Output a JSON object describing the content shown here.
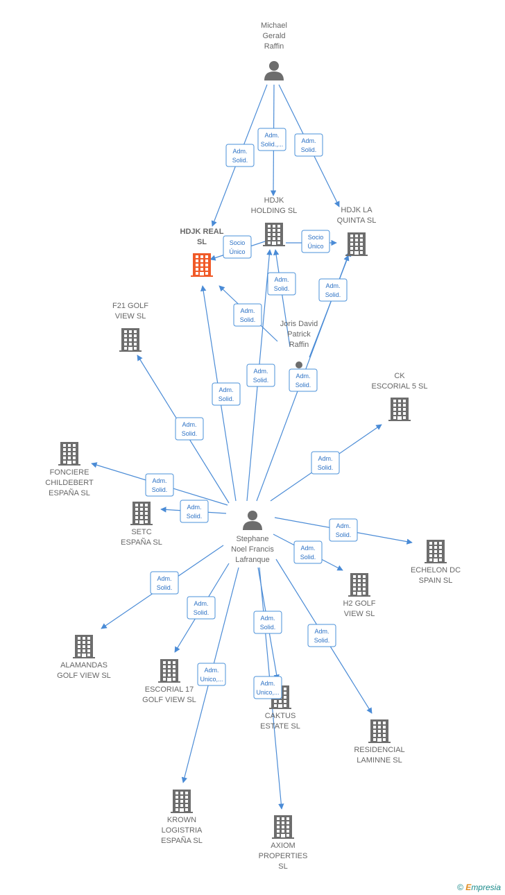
{
  "colors": {
    "edge": "#4a8bd6",
    "edge_label": "#2c71c4",
    "node_gray": "#6d6d6d",
    "node_highlight": "#f05a28",
    "label": "#666666"
  },
  "nodes": [
    {
      "id": "michael",
      "type": "person",
      "icon": "person-icon",
      "lines": [
        "Michael",
        "Gerald",
        "Raffin"
      ]
    },
    {
      "id": "hdjk_holding",
      "type": "company",
      "icon": "building-icon",
      "lines": [
        "HDJK",
        "HOLDING  SL"
      ]
    },
    {
      "id": "hdjk_quinta",
      "type": "company",
      "icon": "building-icon",
      "lines": [
        "HDJK LA",
        "QUINTA  SL"
      ]
    },
    {
      "id": "hdjk_real",
      "type": "company",
      "icon": "building-icon",
      "highlight": true,
      "lines": [
        "HDJK REAL",
        "SL"
      ]
    },
    {
      "id": "f21",
      "type": "company",
      "icon": "building-icon",
      "lines": [
        "F21 GOLF",
        "VIEW  SL"
      ]
    },
    {
      "id": "joris",
      "type": "person",
      "icon": "person-icon",
      "lines": [
        "Joris David",
        "Patrick",
        "Raffin"
      ]
    },
    {
      "id": "ck",
      "type": "company",
      "icon": "building-icon",
      "lines": [
        "CK",
        "ESCORIAL 5  SL"
      ]
    },
    {
      "id": "fonciere",
      "type": "company",
      "icon": "building-icon",
      "lines": [
        "FONCIERE",
        "CHILDEBERT",
        "ESPAÑA  SL"
      ]
    },
    {
      "id": "setc",
      "type": "company",
      "icon": "building-icon",
      "lines": [
        "SETC",
        "ESPAÑA  SL"
      ]
    },
    {
      "id": "stephane",
      "type": "person",
      "icon": "person-icon",
      "lines": [
        "Stephane",
        "Noel Francis",
        "Lafranque"
      ]
    },
    {
      "id": "echelon",
      "type": "company",
      "icon": "building-icon",
      "lines": [
        "ECHELON DC",
        "SPAIN  SL"
      ]
    },
    {
      "id": "h2",
      "type": "company",
      "icon": "building-icon",
      "lines": [
        "H2 GOLF",
        "VIEW  SL"
      ]
    },
    {
      "id": "alamandas",
      "type": "company",
      "icon": "building-icon",
      "lines": [
        "ALAMANDAS",
        "GOLF VIEW  SL"
      ]
    },
    {
      "id": "escorial17",
      "type": "company",
      "icon": "building-icon",
      "lines": [
        "ESCORIAL 17",
        "GOLF VIEW  SL"
      ]
    },
    {
      "id": "caktus",
      "type": "company",
      "icon": "building-icon",
      "lines": [
        "CAKTUS",
        "ESTATE  SL"
      ]
    },
    {
      "id": "residencial",
      "type": "company",
      "icon": "building-icon",
      "lines": [
        "RESIDENCIAL",
        "LAMINNE SL"
      ]
    },
    {
      "id": "krown",
      "type": "company",
      "icon": "building-icon",
      "lines": [
        "KROWN",
        "LOGISTRIA",
        "ESPAÑA  SL"
      ]
    },
    {
      "id": "axiom",
      "type": "company",
      "icon": "building-icon",
      "lines": [
        "AXIOM",
        "PROPERTIES",
        "SL"
      ]
    }
  ],
  "edges": [
    {
      "from": "michael",
      "to": "hdjk_real",
      "label": [
        "Adm.",
        "Solid."
      ]
    },
    {
      "from": "michael",
      "to": "hdjk_holding",
      "label": [
        "Adm.",
        "Solid.,..."
      ]
    },
    {
      "from": "michael",
      "to": "hdjk_quinta",
      "label": [
        "Adm.",
        "Solid."
      ]
    },
    {
      "from": "hdjk_holding",
      "to": "hdjk_quinta",
      "label": [
        "Socio",
        "Único"
      ]
    },
    {
      "from": "hdjk_holding",
      "to": "hdjk_real",
      "label": [
        "Socio",
        "Único"
      ]
    },
    {
      "from": "joris",
      "to": "hdjk_holding",
      "label": [
        "Adm.",
        "Solid."
      ]
    },
    {
      "from": "joris",
      "to": "hdjk_real",
      "label": [
        "Adm.",
        "Solid."
      ]
    },
    {
      "from": "joris",
      "to": "hdjk_quinta",
      "label": [
        "Adm.",
        "Solid."
      ]
    },
    {
      "from": "stephane",
      "to": "hdjk_real",
      "label": [
        "Adm.",
        "Solid."
      ]
    },
    {
      "from": "stephane",
      "to": "hdjk_holding",
      "label": [
        "Adm.",
        "Solid."
      ]
    },
    {
      "from": "stephane",
      "to": "hdjk_quinta",
      "label": [
        "Adm.",
        "Solid."
      ]
    },
    {
      "from": "stephane",
      "to": "f21",
      "label": [
        "Adm.",
        "Solid."
      ]
    },
    {
      "from": "stephane",
      "to": "ck",
      "label": [
        "Adm.",
        "Solid."
      ]
    },
    {
      "from": "stephane",
      "to": "fonciere",
      "label": [
        "Adm.",
        "Solid."
      ]
    },
    {
      "from": "stephane",
      "to": "setc",
      "label": [
        "Adm.",
        "Solid."
      ]
    },
    {
      "from": "stephane",
      "to": "echelon",
      "label": [
        "Adm.",
        "Solid."
      ]
    },
    {
      "from": "stephane",
      "to": "h2",
      "label": [
        "Adm.",
        "Solid."
      ]
    },
    {
      "from": "stephane",
      "to": "alamandas",
      "label": [
        "Adm.",
        "Solid."
      ]
    },
    {
      "from": "stephane",
      "to": "escorial17",
      "label": [
        "Adm.",
        "Solid."
      ]
    },
    {
      "from": "stephane",
      "to": "caktus",
      "label": [
        "Adm.",
        "Unico,..."
      ]
    },
    {
      "from": "stephane",
      "to": "residencial",
      "label": [
        "Adm.",
        "Solid."
      ]
    },
    {
      "from": "stephane",
      "to": "krown",
      "label": [
        "Adm.",
        "Solid."
      ]
    },
    {
      "from": "stephane",
      "to": "axiom",
      "label": [
        "Adm.",
        "Unico,..."
      ]
    }
  ],
  "footer": {
    "copyright": "©",
    "brand_first": "E",
    "brand_rest": "mpresia"
  }
}
